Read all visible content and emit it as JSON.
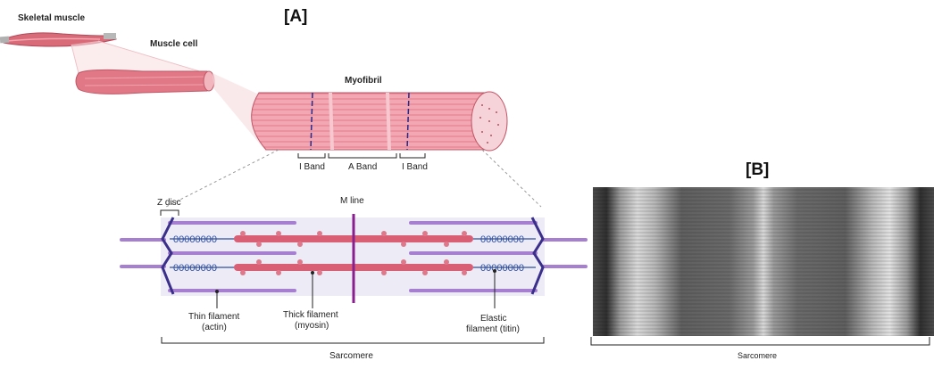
{
  "panel_a": {
    "tag": "[A]",
    "labels": {
      "skeletal_muscle": "Skeletal muscle",
      "muscle_cell": "Muscle cell",
      "myofibril": "Myofibril",
      "i_band_left": "I Band",
      "a_band": "A Band",
      "i_band_right": "I Band",
      "z_disc": "Z disc",
      "m_line": "M line",
      "coil_text": "00000000",
      "thin_filament": "Thin filament",
      "thin_filament_sub": "(actin)",
      "thick_filament": "Thick filament",
      "thick_filament_sub": "(myosin)",
      "elastic_filament": "Elastic",
      "elastic_filament_sub": "filament (titin)",
      "sarcomere": "Sarcomere"
    }
  },
  "panel_b": {
    "tag": "[B]",
    "sarcomere": "Sarcomere"
  },
  "colors": {
    "muscle_pink": "#e8828f",
    "muscle_dark": "#c85a6a",
    "myosin": "#d95f75",
    "actin": "#a77fd0",
    "z_disc": "#3a2f8a",
    "m_line": "#8a1f8f",
    "titin": "#2f4f9f"
  }
}
